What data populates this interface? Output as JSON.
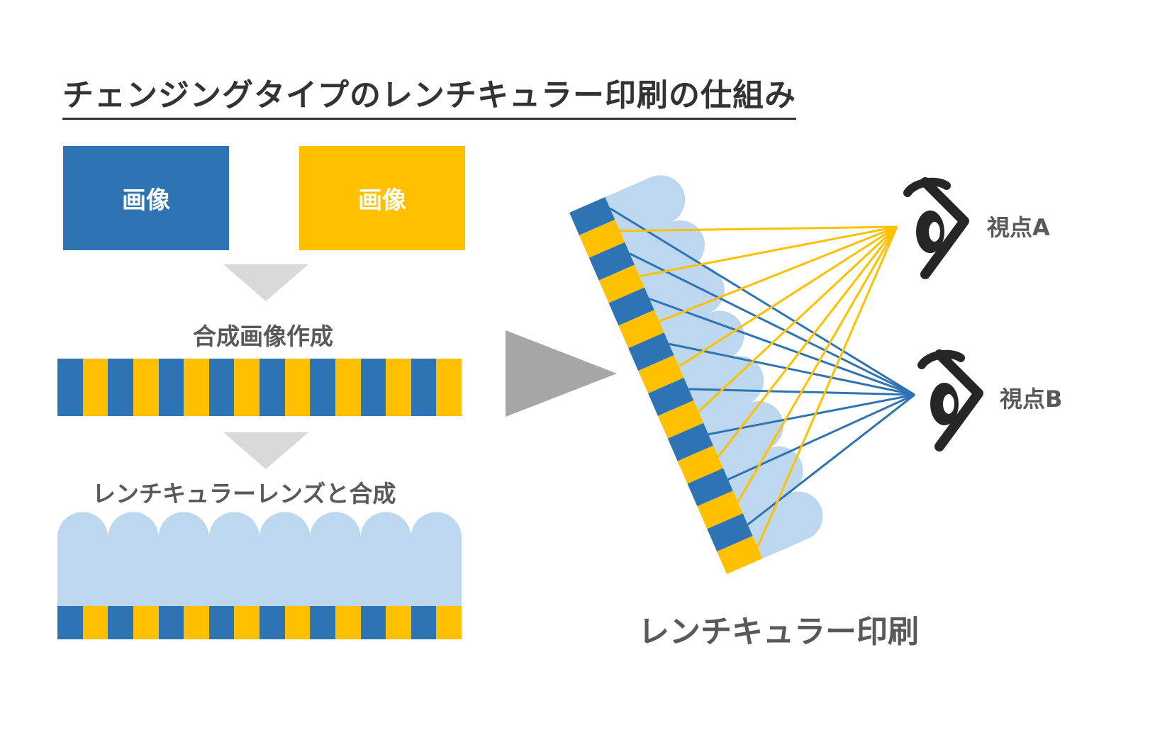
{
  "title": "チェンジングタイプのレンチキュラー印刷の仕組み",
  "images": {
    "blue_label": "画像",
    "yellow_label": "画像"
  },
  "steps": {
    "composite_label": "合成画像作成",
    "lens_label": "レンチキュラーレンズと合成"
  },
  "result": {
    "label": "レンチキュラー印刷",
    "viewpoint_a": "視点A",
    "viewpoint_b": "視点B"
  },
  "colors": {
    "blue": "#2E74B5",
    "yellow": "#FFC000",
    "lens": "#BDD7EE",
    "arrow_light": "#D9D9D9",
    "arrow_dark": "#A6A6A6",
    "text": "#595959",
    "eye": "#262626"
  }
}
